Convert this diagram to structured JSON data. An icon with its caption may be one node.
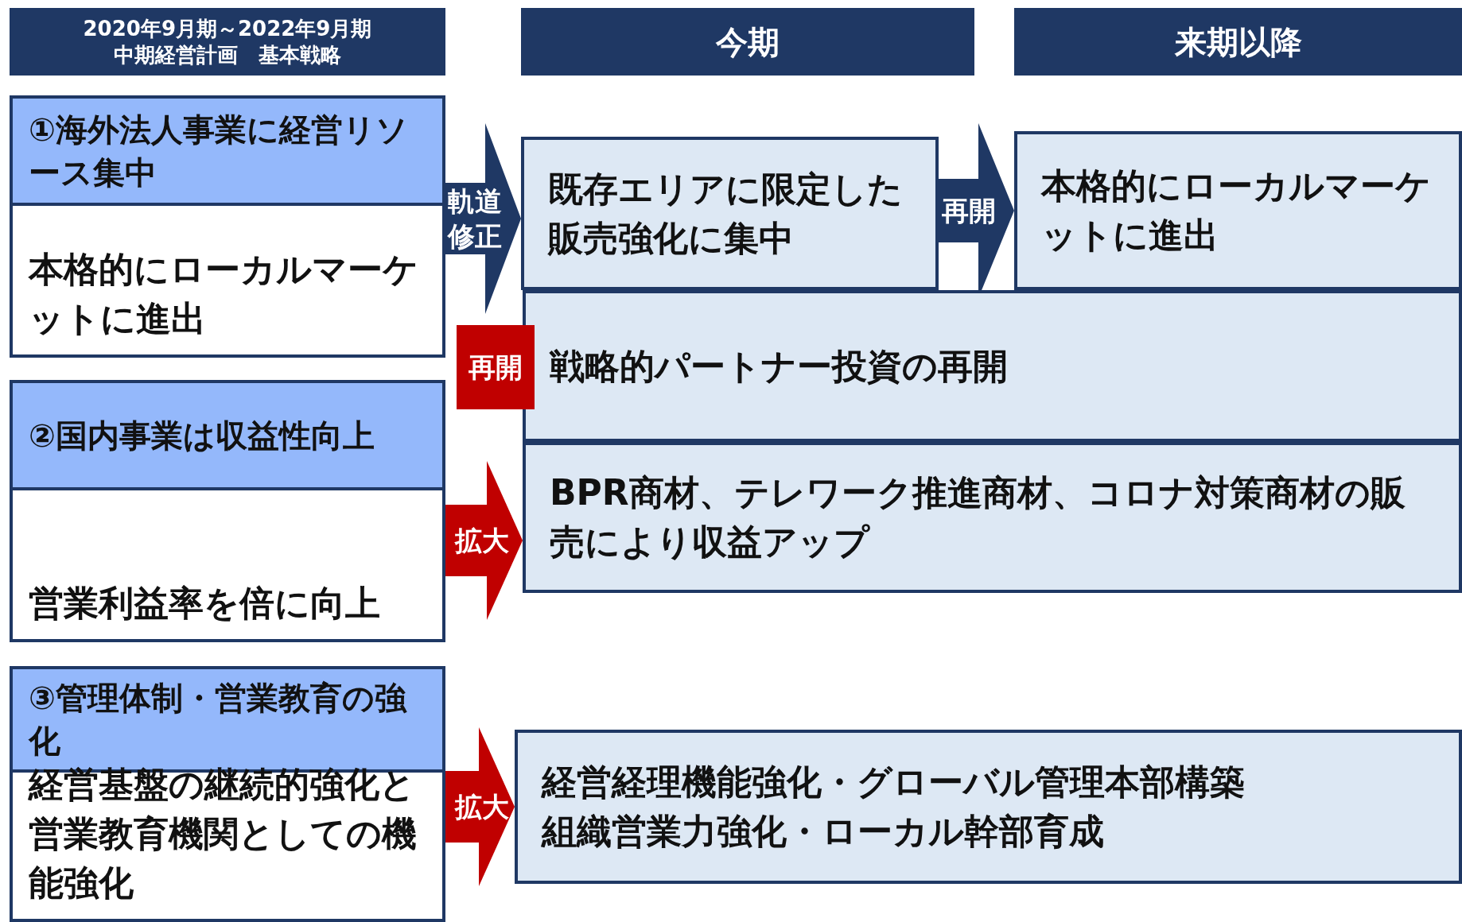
{
  "diagram": {
    "nodes": [
      {
        "text": [
          "2020年9月期～2022年9月期",
          "中期経営計画　基本戦略"
        ]
      },
      {
        "text": [
          "今期"
        ]
      },
      {
        "text": [
          "来期以降"
        ]
      },
      {
        "text": [
          "①海外法人事業に経営リソース集中",
          "本格的にローカルマーケットに進出"
        ]
      },
      {
        "text": [
          "既存エリアに限定した販売強化に集中"
        ]
      },
      {
        "text": [
          "本格的にローカルマーケットに進出"
        ]
      },
      {
        "text": [
          "戦略的パートナー投資の再開"
        ],
        "beside": [
          "再開"
        ]
      },
      {
        "text": [
          "②国内事業は収益性向上",
          "営業利益率を倍に向上"
        ]
      },
      {
        "text": [
          "BPR商材、テレワーク推進商材、コロナ対策商材の販売により収益アップ"
        ]
      },
      {
        "text": [
          "③管理体制・営業教育の強化",
          "経営基盤の継続的強化と営業教育機関としての機能強化"
        ]
      },
      {
        "text": [
          "経営経理機能強化・グローバル管理本部構築",
          "組織営業力強化・ローカル幹部育成"
        ]
      }
    ],
    "edges": [
      {
        "from": 3,
        "to": 4,
        "arrow": "to",
        "label": "軌道修正"
      },
      {
        "from": 4,
        "to": 5,
        "arrow": "to",
        "label": "再開"
      },
      {
        "from": 7,
        "to": 8,
        "arrow": "to",
        "label": "拡大",
        "color": "#c00000"
      },
      {
        "from": 9,
        "to": 10,
        "arrow": "to",
        "label": "拡大",
        "color": "#c00000"
      }
    ]
  }
}
